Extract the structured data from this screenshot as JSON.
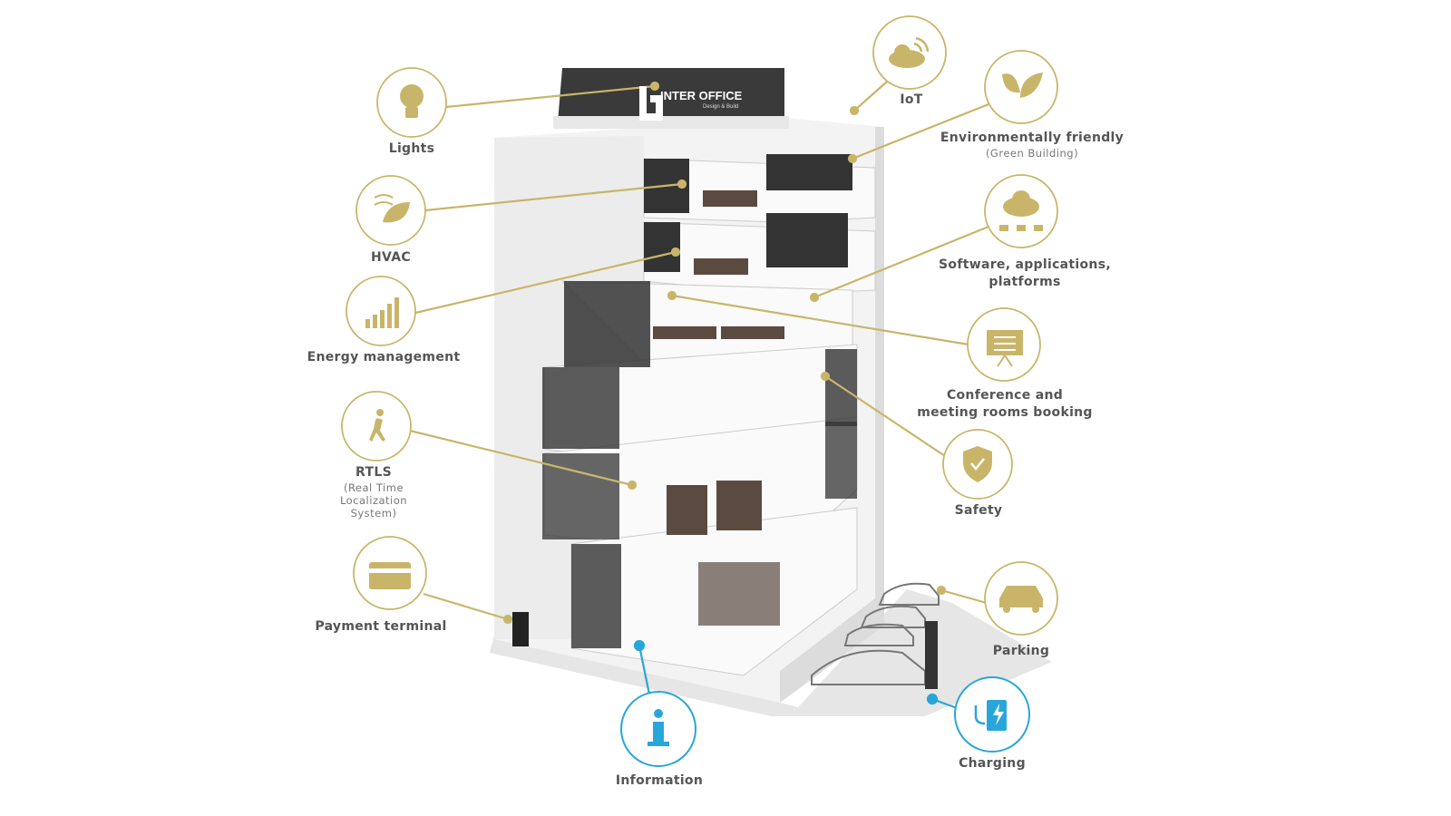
{
  "colors": {
    "accent": "#c9b56a",
    "info": "#29a6d9",
    "building": "#f1f1f1",
    "glass": "#2b2b2b"
  },
  "logo": {
    "name": "INTER OFFICE",
    "tagline": "Design & Build"
  },
  "callouts": {
    "lights": {
      "label": "Lights",
      "icon": "lightbulb-icon"
    },
    "hvac": {
      "label": "HVAC",
      "icon": "air-leaf-icon"
    },
    "energy": {
      "label": "Energy management",
      "icon": "bar-chart-icon"
    },
    "rtls": {
      "label": "RTLS",
      "sub": "(Real Time Localization System)",
      "icon": "walking-person-icon"
    },
    "payment": {
      "label": "Payment terminal",
      "icon": "credit-card-icon"
    },
    "iot": {
      "label": "IoT",
      "icon": "cloud-wifi-icon"
    },
    "eco": {
      "label": "Environmentally friendly",
      "sub": "(Green Building)",
      "icon": "leaves-icon"
    },
    "software": {
      "label": "Software, applications, platforms",
      "icon": "cloud-network-icon"
    },
    "conference": {
      "label": "Conference and meeting rooms booking",
      "icon": "presentation-board-icon"
    },
    "safety": {
      "label": "Safety",
      "icon": "shield-check-icon"
    },
    "parking": {
      "label": "Parking",
      "icon": "car-icon"
    },
    "charging": {
      "label": "Charging",
      "icon": "ev-charger-icon"
    },
    "information": {
      "label": "Information",
      "icon": "info-icon"
    }
  }
}
